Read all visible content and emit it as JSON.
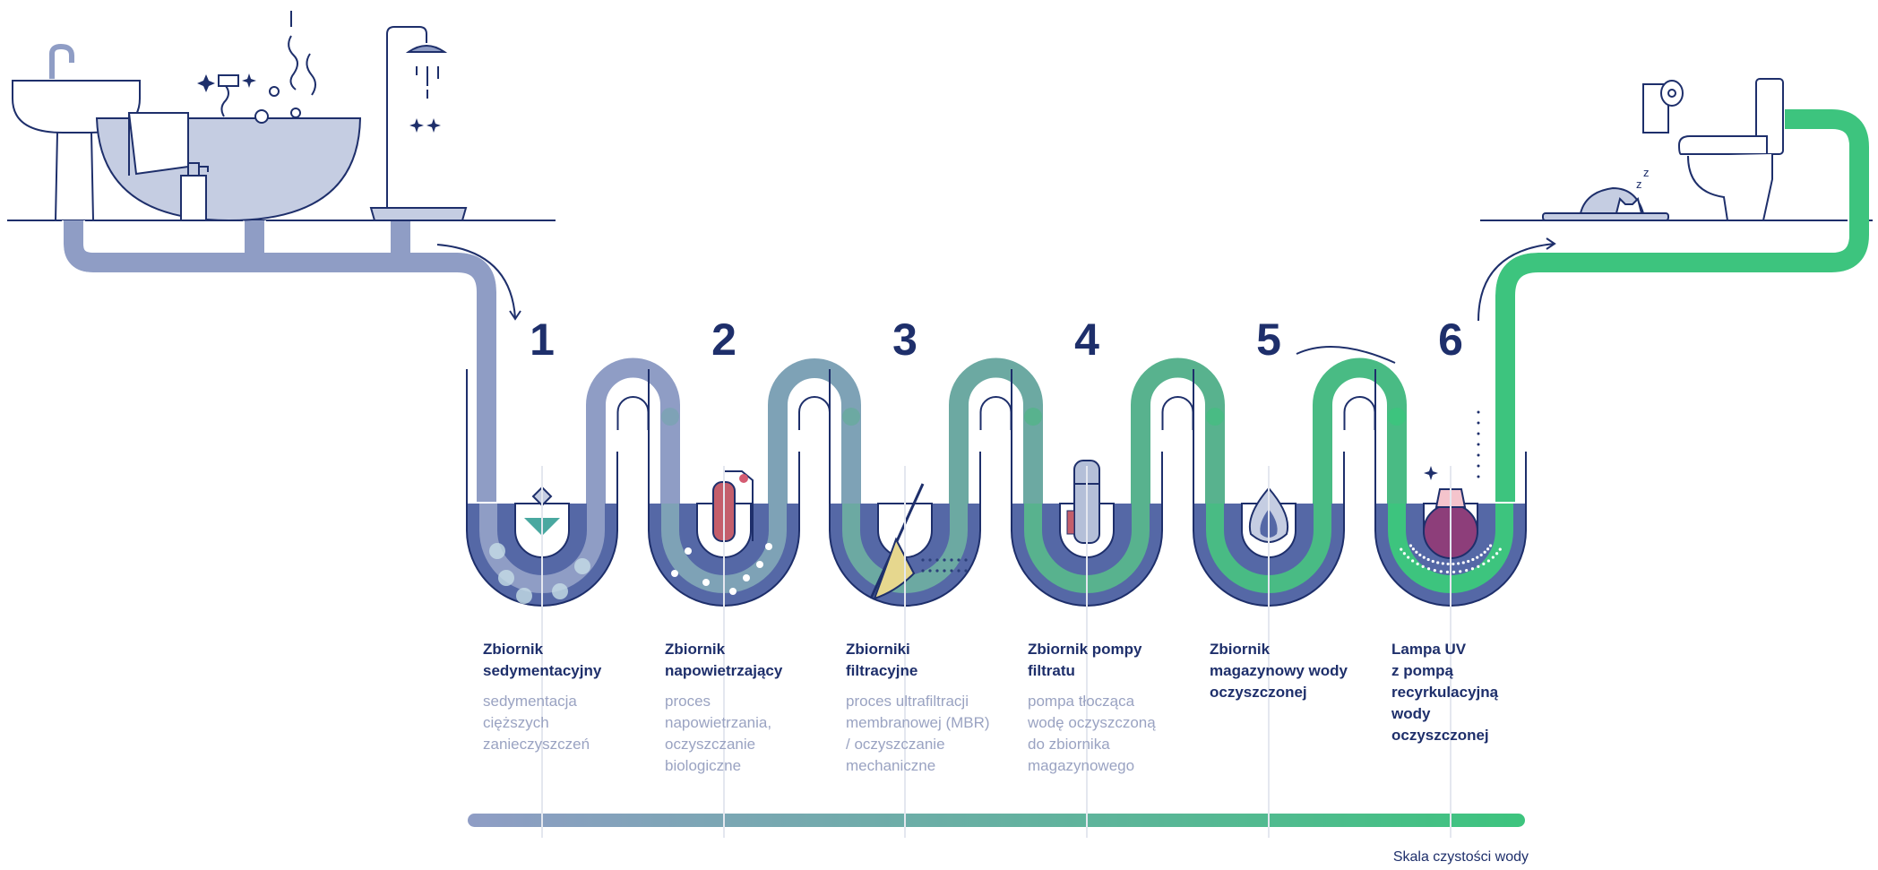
{
  "colors": {
    "navy": "#1e2f6b",
    "pipe_gray": "#8f9dc5",
    "pipe_green": "#3dc47e",
    "water": "#5568a6",
    "fixture_fill": "#c5cde2",
    "label_gray": "#9aa3c2"
  },
  "stages": [
    {
      "number": "1",
      "title": "Zbiornik\nsedymentacyjny",
      "description": "sedymentacja\ncięższych\nzanieczyszczeń",
      "icon": "sediment-diamond-icon",
      "pipe_color": "#8f9dc5"
    },
    {
      "number": "2",
      "title": "Zbiornik\nnapowietrzający",
      "description": "proces\nnapowietrzania,\noczyszczanie\nbiologiczne",
      "icon": "oxygen-tank-icon",
      "pipe_color": "#7ea2b6"
    },
    {
      "number": "3",
      "title": "Zbiorniki\nfiltracyjne",
      "description": "proces ultrafiltracji\nmembranowej (MBR)\n/ oczyszczanie\nmechaniczne",
      "icon": "filter-net-icon",
      "pipe_color": "#6ca9a2"
    },
    {
      "number": "4",
      "title": "Zbiornik pompy\nfiltratu",
      "description": "pompa tłocząca\nwodę oczyszczoną\ndo zbiornika\nmagazynowego",
      "icon": "pump-cylinder-icon",
      "pipe_color": "#58b28e"
    },
    {
      "number": "5",
      "title": "Zbiornik\nmagazynowy wody\noczyszczonej",
      "description": "",
      "icon": "water-drop-icon",
      "pipe_color": "#49bb84"
    },
    {
      "number": "6",
      "title": "Lampa UV\nz pompą\nrecyrkulacyjną\nwody\noczyszczonej",
      "description": "",
      "icon": "uv-lamp-icon",
      "pipe_color": "#3dc47e"
    }
  ],
  "scale": {
    "label": "Skala czystości wody",
    "start_color": "#8f9dc5",
    "end_color": "#3dc47e"
  }
}
